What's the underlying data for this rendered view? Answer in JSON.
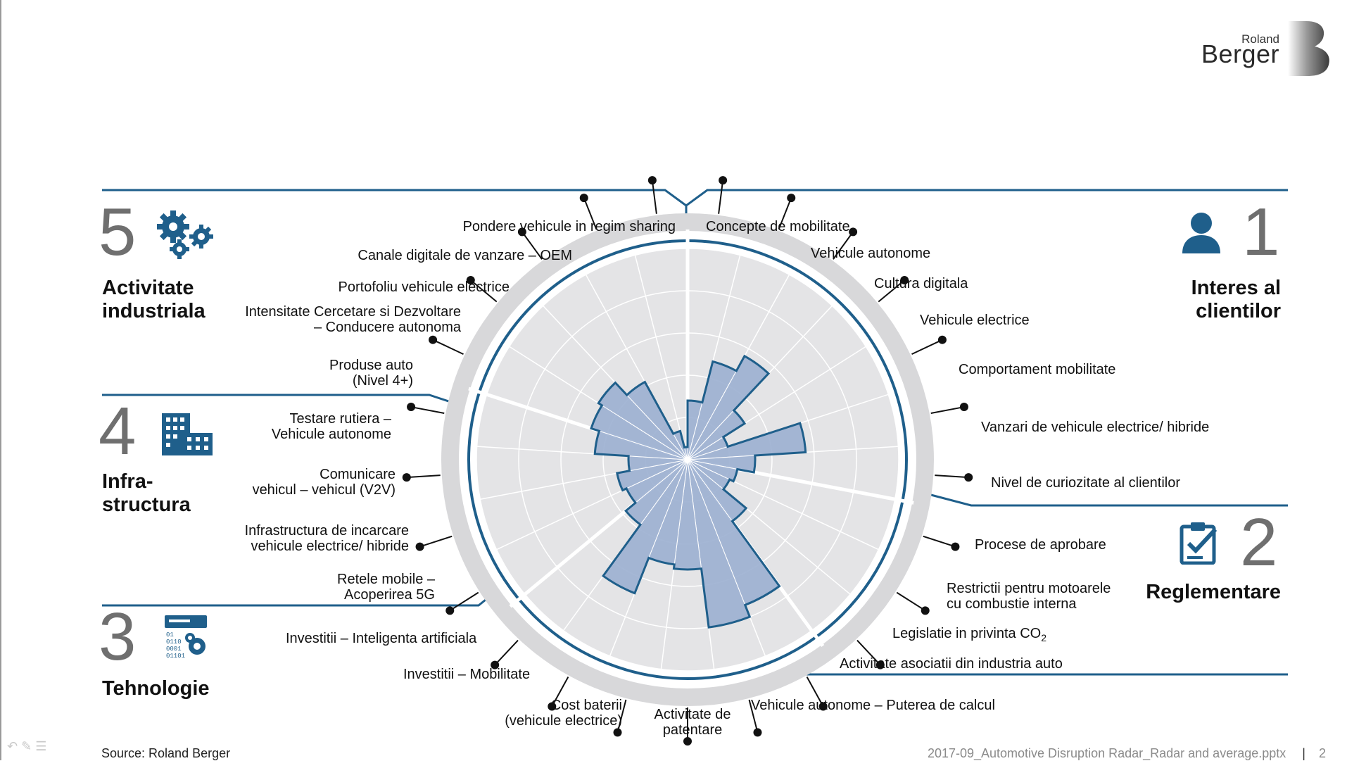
{
  "brand": {
    "line1": "Roland",
    "line2": "Berger"
  },
  "sections": [
    {
      "num": "1",
      "title": [
        "Interes al",
        "clientilor"
      ],
      "icon": "person-icon"
    },
    {
      "num": "2",
      "title": [
        "Reglementare"
      ],
      "icon": "clipboard-check-icon"
    },
    {
      "num": "3",
      "title": [
        "Tehnologie"
      ],
      "icon": "binary-gear-icon"
    },
    {
      "num": "4",
      "title": [
        "Infra-",
        "structura"
      ],
      "icon": "buildings-icon"
    },
    {
      "num": "5",
      "title": [
        "Activitate",
        "industriala"
      ],
      "icon": "gears-icon"
    }
  ],
  "chart_data": {
    "type": "radial-bar",
    "scale_max": 5,
    "categories": [
      "Concepte de mobilitate",
      "Vehicule autonome",
      "Cultura digitala",
      "Vehicule electrice",
      "Comportament mobilitate",
      "Vanzari de vehicule electrice/ hibride",
      "Nivel de curiozitate al clientilor",
      "Procese de aprobare",
      "Restrictii pentru motoarele cu combustie interna",
      "Legislatie in privinta CO2",
      "Activitate asociatii din industria auto",
      "Vehicule autonome – Puterea de calcul",
      "Activitate de patentare",
      "Cost baterii (vehicule electrice)",
      "Investitii – Mobilitate",
      "Investitii – Inteligenta artificiala",
      "Retele mobile – Acoperirea 5G",
      "Infrastructura de incarcare vehicule electrice/ hibride",
      "Comunicare vehicul – vehicul (V2V)",
      "Testare rutiera – Vehicule autonome",
      "Produse auto (Nivel 4+)",
      "Intensitate Cercetare si Dezvoltare – Conducere autonoma",
      "Portofoliu vehicule electrice",
      "Canale digitale de vanzare – OEM",
      "Pondere vehicule in regim sharing"
    ],
    "values": [
      1.4,
      2.4,
      2.8,
      1.6,
      1.0,
      2.8,
      1.6,
      1.2,
      1.1,
      1.8,
      3.7,
      4.0,
      2.6,
      2.5,
      3.4,
      1.9,
      1.6,
      1.7,
      1.4,
      2.2,
      2.4,
      2.5,
      2.1,
      0.7,
      0.3
    ]
  },
  "labels": {
    "c0": "Concepte de mobilitate",
    "c1": "Vehicule autonome",
    "c2": "Cultura digitala",
    "c3": "Vehicule electrice",
    "c4": "Comportament mobilitate",
    "c5": "Vanzari de vehicule electrice/ hibride",
    "c6": "Nivel de curiozitate al clientilor",
    "c7": "Procese de aprobare",
    "c8a": "Restrictii pentru motoarele",
    "c8b": "cu combustie interna",
    "c9a": "Legislatie in privinta CO",
    "c9sub": "2",
    "c10": "Activitate asociatii din industria auto",
    "c11": "Vehicule autonome – Puterea de calcul",
    "c12a": "Activitate de",
    "c12b": "patentare",
    "c13a": "Cost baterii",
    "c13b": "(vehicule electrice)",
    "c14": "Investitii – Mobilitate",
    "c15": "Investitii – Inteligenta artificiala",
    "c16a": "Retele mobile –",
    "c16b": "Acoperirea 5G",
    "c17a": "Infrastructura de incarcare",
    "c17b": "vehicule electrice/ hibride",
    "c18a": "Comunicare",
    "c18b": "vehicul – vehicul (V2V)",
    "c19a": "Testare rutiera –",
    "c19b": "Vehicule autonome",
    "c20a": "Produse auto",
    "c20b": "(Nivel 4+)",
    "c21a": "Intensitate Cercetare si Dezvoltare",
    "c21b": "– Conducere autonoma",
    "c22": "Portofoliu vehicule electrice",
    "c23": "Canale digitale de vanzare – OEM",
    "c24": "Pondere vehicule in regim sharing"
  },
  "footer": {
    "source": "Source: Roland Berger",
    "file": "2017-09_Automotive Disruption Radar_Radar and average.pptx",
    "sep": "|",
    "page": "2"
  },
  "colors": {
    "accent": "#1f5f8b",
    "bar_fill": "#9db1d1",
    "bar_stroke": "#1f5f8b",
    "ring": "#d8d8da",
    "disc": "#e4e4e6"
  }
}
